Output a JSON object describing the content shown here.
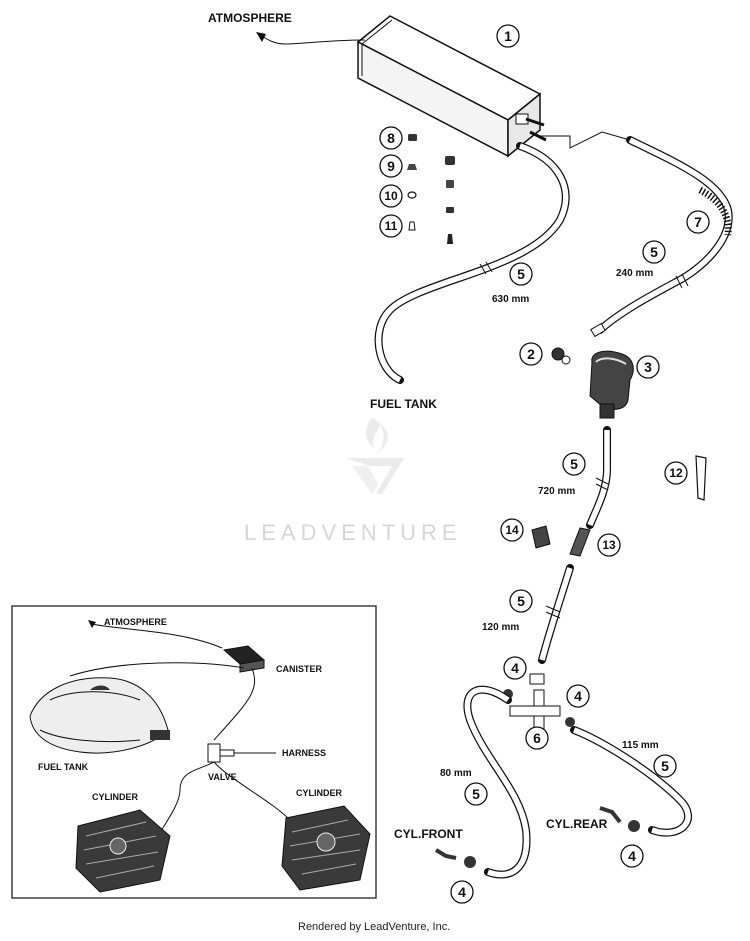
{
  "labels": {
    "atmosphere_main": "ATMOSPHERE",
    "fuel_tank_main": "FUEL TANK",
    "cyl_front": "CYL.FRONT",
    "cyl_rear": "CYL.REAR"
  },
  "hose_lengths": {
    "h630": "630 mm",
    "h240": "240 mm",
    "h720": "720 mm",
    "h120": "120 mm",
    "h80": "80 mm",
    "h115": "115 mm"
  },
  "callouts": {
    "c1": "1",
    "c2": "2",
    "c3": "3",
    "c4a": "4",
    "c4b": "4",
    "c4c": "4",
    "c4d": "4",
    "c5a": "5",
    "c5b": "5",
    "c5c": "5",
    "c5d": "5",
    "c5e": "5",
    "c5f": "5",
    "c6": "6",
    "c7": "7",
    "c8": "8",
    "c9": "9",
    "c10": "10",
    "c11": "11",
    "c12": "12",
    "c13": "13",
    "c14": "14"
  },
  "inset": {
    "atmosphere": "ATMOSPHERE",
    "canister": "CANISTER",
    "harness": "HARNESS",
    "fuel_tank": "FUEL TANK",
    "valve": "VALVE",
    "cylinder_left": "CYLINDER",
    "cylinder_right": "CYLINDER"
  },
  "watermark": "LEADVENTURE",
  "footer": "Rendered by LeadVenture, Inc."
}
